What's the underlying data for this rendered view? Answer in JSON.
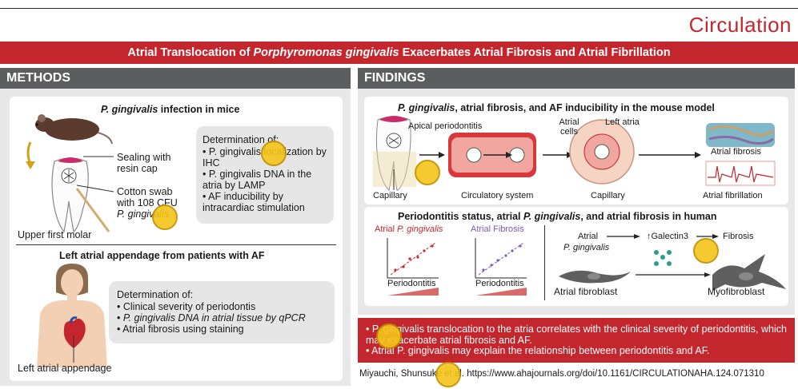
{
  "journal": "Circulation",
  "title": {
    "part1": "Atrial Translocation of ",
    "species": "Porphyromonas gingivalis",
    "part2": " Exacerbates Atrial Fibrosis and Atrial Fibrillation"
  },
  "methods": {
    "header": "METHODS",
    "mice": {
      "title_species": "P. gingivalis",
      "title_rest": " infection in mice",
      "label_sealing": "Sealing with resin cap",
      "label_swab_1": "Cotton swab",
      "label_swab_2": "with 108 CFU",
      "label_swab_3": "P. gingivalis",
      "label_molar": "Upper first molar",
      "determination_title": "Determination of:",
      "determination_items": [
        "P. gingivalis localization by IHC",
        "P. gingivalis DNA in the atria by LAMP",
        "AF inducibility by intracardiac stimulation"
      ]
    },
    "patients": {
      "title": "Left atrial appendage from patients with AF",
      "label_appendage": "Left atrial appendage",
      "determination_title": "Determination of:",
      "determination_items": [
        "Clinical severity of periodontis",
        "P. gingivalis DNA in atrial tissue by qPCR",
        "Atrial fibrosis using staining"
      ]
    }
  },
  "findings": {
    "header": "FINDINGS",
    "mouse_model": {
      "title_species": "P. gingivalis",
      "title_rest": ", atrial fibrosis, and AF inducibility in the mouse model",
      "label_apical": "Apical periodontitis",
      "label_capillary_1": "Capillary",
      "label_circulatory": "Circulatory system",
      "label_atrial_cells": "Atrial cells",
      "label_left_atria": "Left atria",
      "label_capillary_2": "Capillary",
      "label_fibrosis": "Atrial fibrosis",
      "label_fibrillation": "Atrial fibrillation"
    },
    "human": {
      "title_part1": "Periodontitis status, atrial ",
      "title_species": "P. gingivalis",
      "title_part2": ", and atrial fibrosis in human",
      "plot1_label_a": "Atrial ",
      "plot1_label_b": "P. gingivalis",
      "plot1_x": "Periodontitis",
      "plot2_label": "Atrial Fibrosis",
      "plot2_x": "Periodontitis",
      "path_atrial": "Atrial",
      "path_pg": "P. gingivalis",
      "path_galectin": "Galectin3",
      "path_fibrosis": "Fibrosis",
      "label_fibroblast": "Atrial fibroblast",
      "label_myofibroblast": "Myofibroblast"
    }
  },
  "conclusions": [
    "P. gingivalis translocation to the atria correlates with the clinical severity of periodontitis, which may exacerbate atrial fibrosis and AF.",
    "Atrial P. gingivalis may explain the relationship between periodontitis and AF."
  ],
  "citation": "Miyauchi, Shunsuke et al. https://www.ahajournals.org/doi/10.1161/CIRCULATIONAHA.124.071310",
  "colors": {
    "brand_red": "#c4262e",
    "header_grey": "#5c5d5e",
    "plot_red": "#c4262e",
    "plot_purple": "#7a5ab8"
  }
}
